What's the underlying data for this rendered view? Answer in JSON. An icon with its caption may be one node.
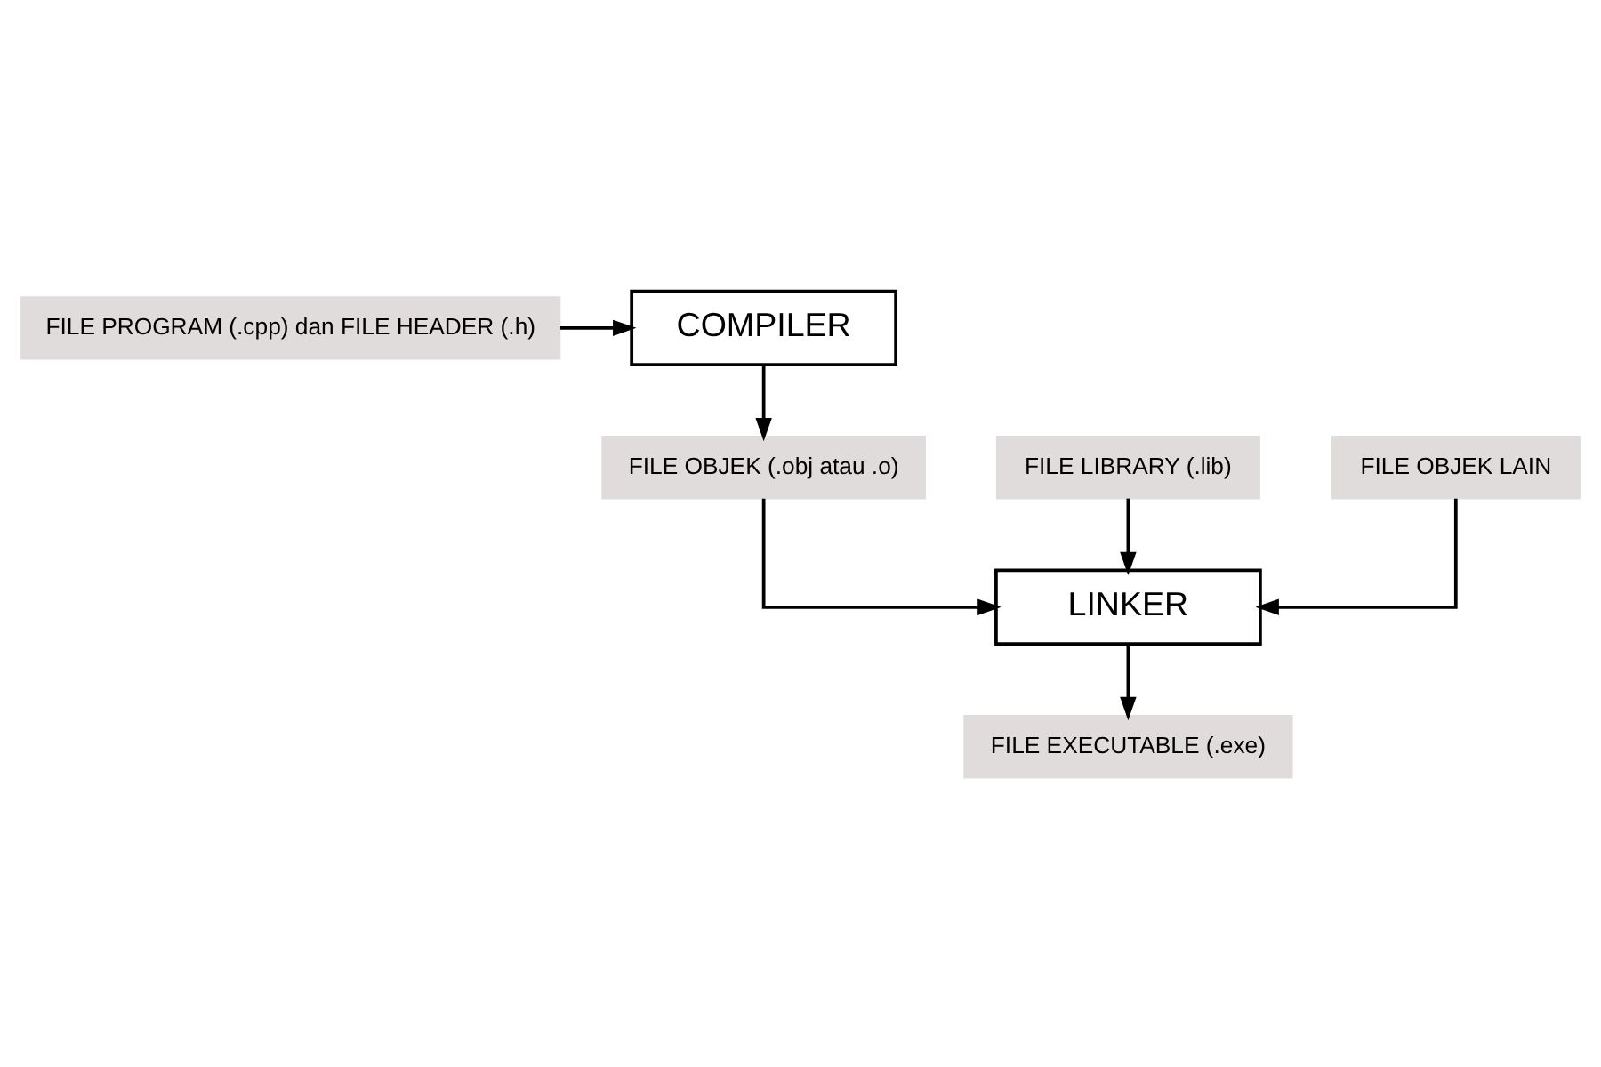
{
  "diagram": {
    "nodes": [
      {
        "text": [
          "FILE PROGRAM (.cpp) dan FILE HEADER (.h)"
        ]
      },
      {
        "text": [
          "COMPILER"
        ]
      },
      {
        "text": [
          "FILE LIBRARY (.lib)"
        ]
      },
      {
        "text": [
          "FILE OBJEK (.obj atau .o)"
        ]
      },
      {
        "text": [
          "FILE OBJEK LAIN"
        ]
      },
      {
        "text": [
          "LINKER"
        ]
      },
      {
        "text": [
          "FILE EXECUTABLE (.exe)"
        ]
      }
    ],
    "edges": [
      {
        "from": 0,
        "to": 1,
        "arrow": "to"
      },
      {
        "from": 1,
        "to": 3,
        "arrow": "to"
      },
      {
        "from": 2,
        "to": 5,
        "arrow": "to"
      },
      {
        "from": 3,
        "to": 5,
        "arrow": "to"
      },
      {
        "from": 4,
        "to": 5,
        "arrow": "to"
      },
      {
        "from": 5,
        "to": 6,
        "arrow": "to"
      }
    ]
  }
}
